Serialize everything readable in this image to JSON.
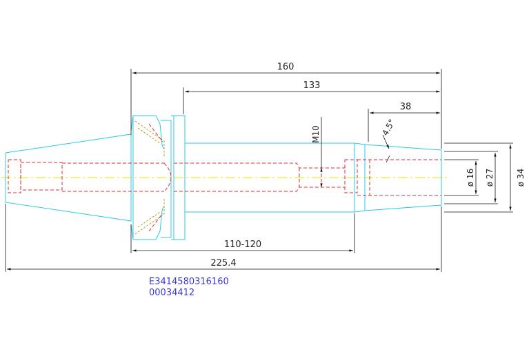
{
  "dimensions": {
    "overall_flange": "160",
    "shank_length": "133",
    "bore_depth": "38",
    "taper_angle": "4.5°",
    "thread": "M10",
    "gauge_range": "110-120",
    "overall_length": "225.4",
    "dia_inner": "ø 16",
    "dia_mid": "ø 27",
    "dia_outer": "ø 34"
  },
  "annotations": {
    "part_number": "E3414580316160",
    "serial_number": "00034412"
  },
  "colors": {
    "outline": "#27c8e8",
    "hidden": "#e8262e",
    "centerline": "#e6e600",
    "dimension": "#111111",
    "annotation": "#3a3ad8"
  }
}
